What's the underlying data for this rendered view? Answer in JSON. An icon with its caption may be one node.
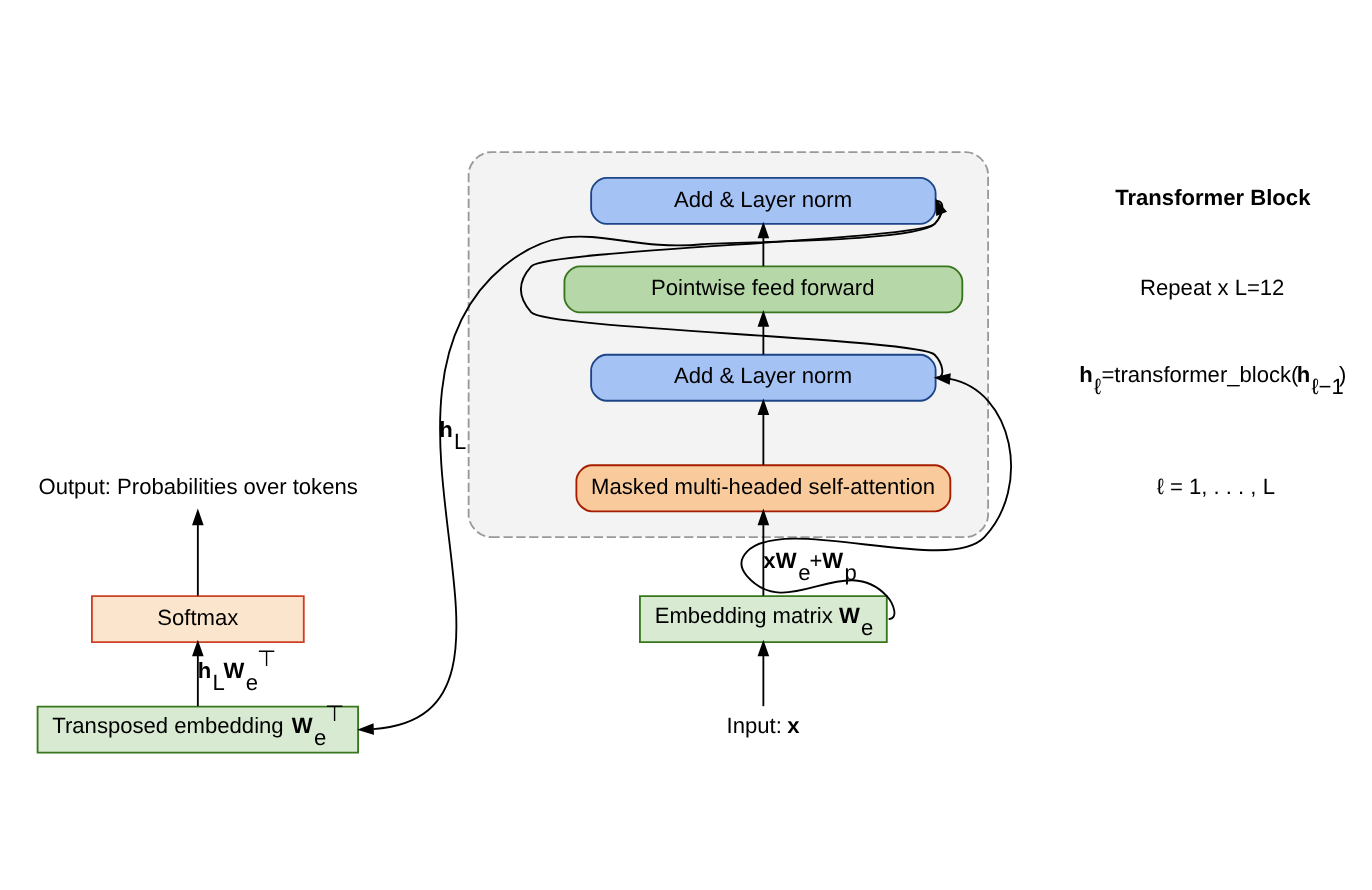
{
  "diagram": {
    "nodes": [
      {
        "text": [
          "Output: Probabilities over tokens"
        ]
      },
      {
        "text": [
          "Softmax"
        ]
      },
      {
        "text": [
          "Transposed embedding **W**$_{e}$$^{⊤}$"
        ]
      },
      {
        "text": [],
        "shape": "box"
      },
      {
        "text": [
          "Add & Layer norm"
        ],
        "in": 3
      },
      {
        "text": [
          "Pointwise feed forward"
        ],
        "in": 3
      },
      {
        "text": [
          "Add & Layer norm"
        ],
        "in": 3
      },
      {
        "text": [
          "Masked multi-headed self-attention"
        ],
        "in": 3
      },
      {
        "text": [
          "Embedding matrix **W**$_{e}$"
        ]
      },
      {
        "text": [
          "Input: **x**"
        ]
      }
    ],
    "edges": [
      {
        "from": 1,
        "to": 0,
        "arrow": "to"
      },
      {
        "from": 2,
        "to": 1,
        "arrow": "to",
        "label": "**h**$_{L}$**W**$_{e}$$^{⊤}$"
      },
      {
        "from": 4,
        "to": 2,
        "arrow": "to",
        "label": "**h**$_{L}$"
      },
      {
        "from": 5,
        "to": 4,
        "arrow": "to"
      },
      {
        "from": 6,
        "to": 5,
        "arrow": "to"
      },
      {
        "from": 6,
        "to": 4,
        "arrow": "to"
      },
      {
        "from": 7,
        "to": 6,
        "arrow": "to"
      },
      {
        "from": 8,
        "to": 7,
        "arrow": "to",
        "label": "**xW**$_{e}$+**W**$_{p}$"
      },
      {
        "from": 8,
        "to": 6,
        "arrow": "to"
      },
      {
        "from": 9,
        "to": 8,
        "arrow": "to"
      }
    ],
    "labels": [
      "Transformer Block",
      "Repeat x L=12",
      "**h**$_{ℓ}$=transformer_block(**h**$_{ℓ−1}$)",
      "ℓ = 1, . . . , L"
    ]
  }
}
